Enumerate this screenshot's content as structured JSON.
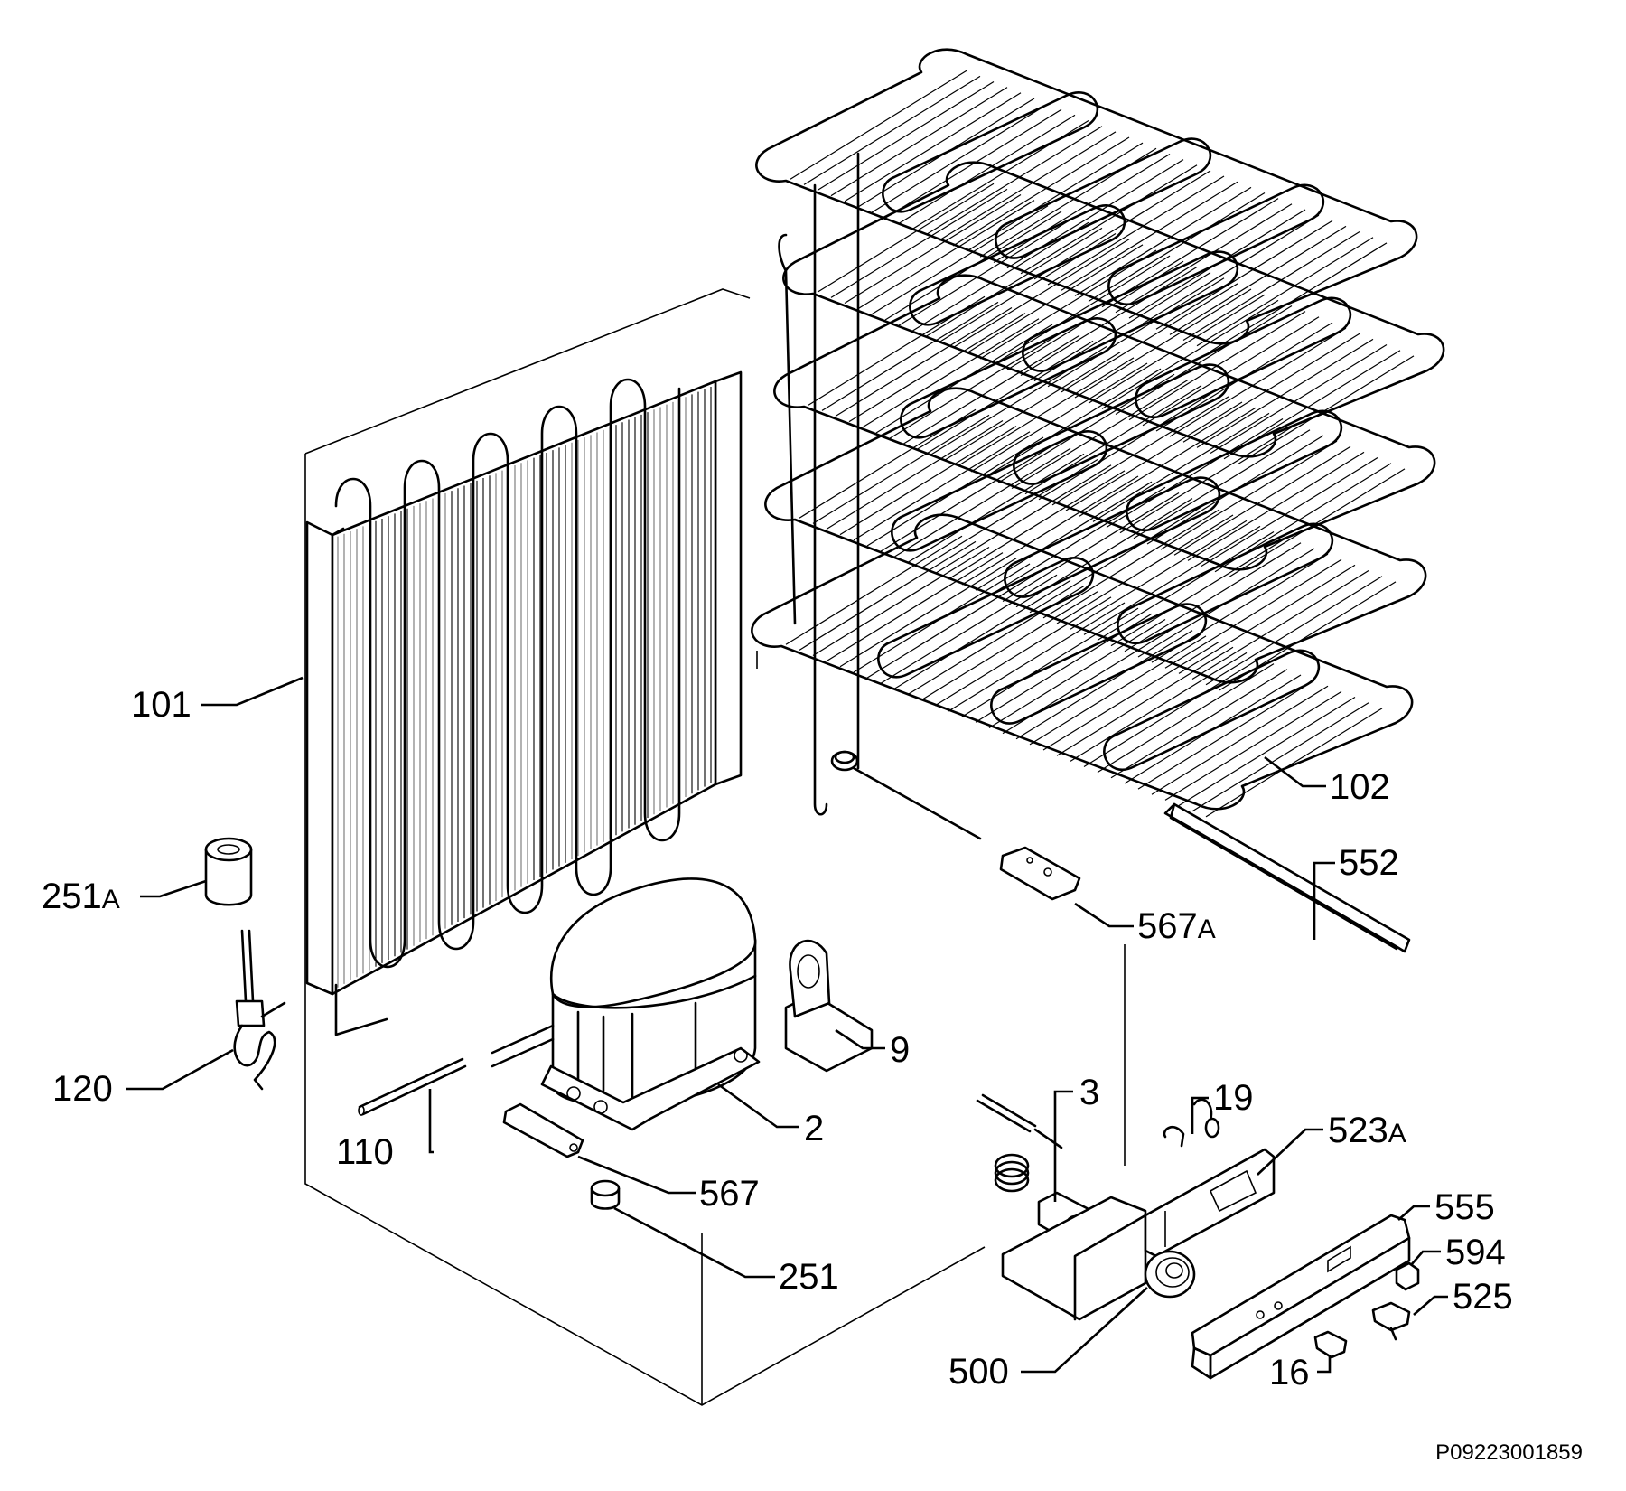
{
  "drawing_code": "P09223001859",
  "parts": [
    {
      "id": "p101",
      "num": "101",
      "suffix": ""
    },
    {
      "id": "p102",
      "num": "102",
      "suffix": ""
    },
    {
      "id": "p552",
      "num": "552",
      "suffix": ""
    },
    {
      "id": "p567A",
      "num": "567",
      "suffix": "A"
    },
    {
      "id": "p251A",
      "num": "251",
      "suffix": "A"
    },
    {
      "id": "p9",
      "num": "9",
      "suffix": ""
    },
    {
      "id": "p120",
      "num": "120",
      "suffix": ""
    },
    {
      "id": "p3",
      "num": "3",
      "suffix": ""
    },
    {
      "id": "p19",
      "num": "19",
      "suffix": ""
    },
    {
      "id": "p2",
      "num": "2",
      "suffix": ""
    },
    {
      "id": "p523A",
      "num": "523",
      "suffix": "A"
    },
    {
      "id": "p110",
      "num": "110",
      "suffix": ""
    },
    {
      "id": "p567",
      "num": "567",
      "suffix": ""
    },
    {
      "id": "p555",
      "num": "555",
      "suffix": ""
    },
    {
      "id": "p594",
      "num": "594",
      "suffix": ""
    },
    {
      "id": "p251",
      "num": "251",
      "suffix": ""
    },
    {
      "id": "p525",
      "num": "525",
      "suffix": ""
    },
    {
      "id": "p500",
      "num": "500",
      "suffix": ""
    },
    {
      "id": "p16",
      "num": "16",
      "suffix": ""
    }
  ]
}
